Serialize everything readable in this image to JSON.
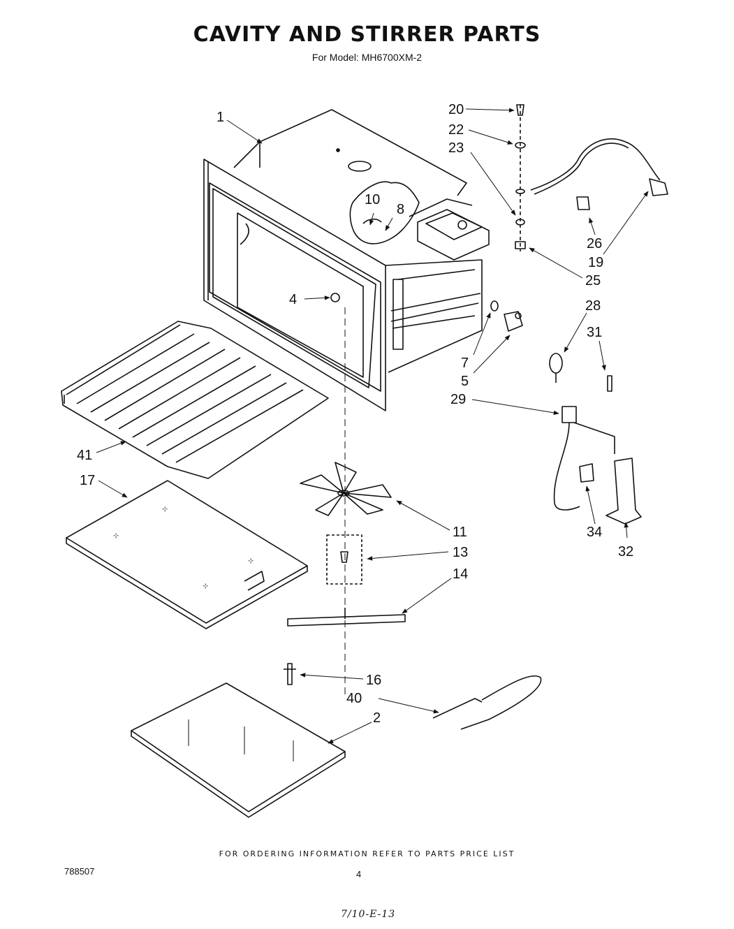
{
  "title": "CAVITY AND STIRRER PARTS",
  "subtitle": "For Model: MH6700XM-2",
  "callouts": [
    {
      "id": "1",
      "label": "1"
    },
    {
      "id": "2",
      "label": "2"
    },
    {
      "id": "4",
      "label": "4"
    },
    {
      "id": "5",
      "label": "5"
    },
    {
      "id": "7",
      "label": "7"
    },
    {
      "id": "8",
      "label": "8"
    },
    {
      "id": "10",
      "label": "10"
    },
    {
      "id": "11",
      "label": "11"
    },
    {
      "id": "13",
      "label": "13"
    },
    {
      "id": "14",
      "label": "14"
    },
    {
      "id": "16",
      "label": "16"
    },
    {
      "id": "17",
      "label": "17"
    },
    {
      "id": "19",
      "label": "19"
    },
    {
      "id": "20",
      "label": "20"
    },
    {
      "id": "22",
      "label": "22"
    },
    {
      "id": "23",
      "label": "23"
    },
    {
      "id": "25",
      "label": "25"
    },
    {
      "id": "26",
      "label": "26"
    },
    {
      "id": "28",
      "label": "28"
    },
    {
      "id": "29",
      "label": "29"
    },
    {
      "id": "31",
      "label": "31"
    },
    {
      "id": "32",
      "label": "32"
    },
    {
      "id": "34",
      "label": "34"
    },
    {
      "id": "40",
      "label": "40"
    },
    {
      "id": "41",
      "label": "41"
    }
  ],
  "footer": "FOR ORDERING INFORMATION REFER TO PARTS PRICE LIST",
  "doc_number": "788507",
  "page_number": "4",
  "handwritten_note": "7/10-E-13"
}
